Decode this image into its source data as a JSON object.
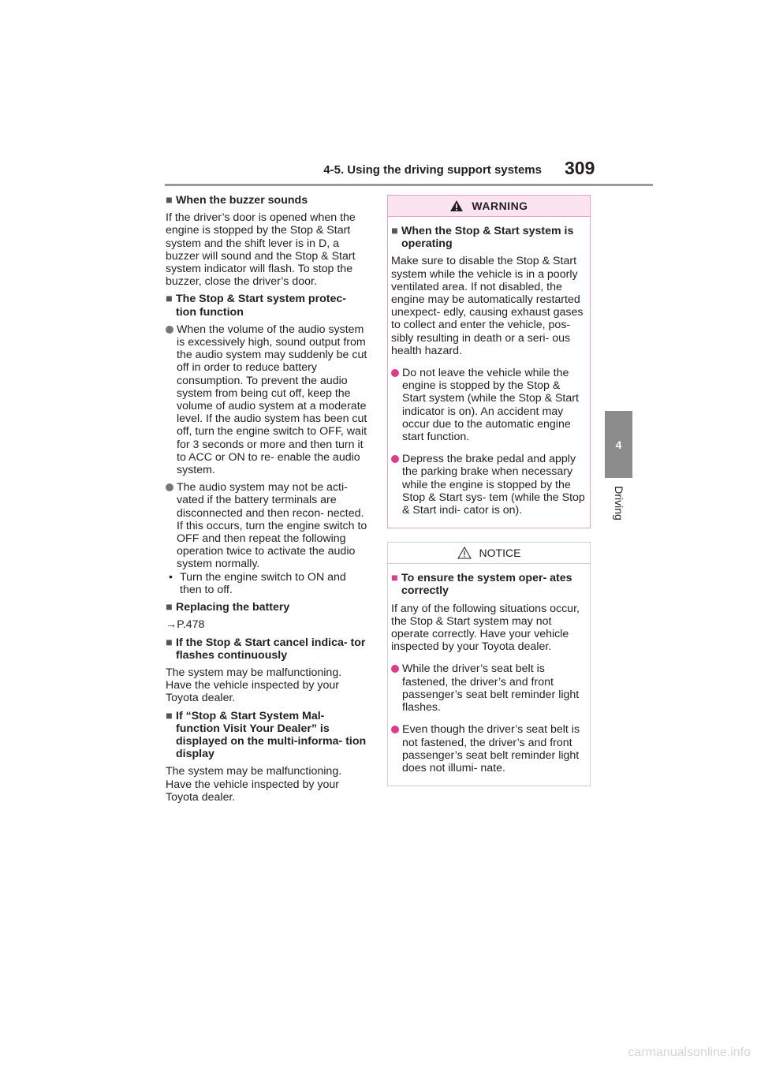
{
  "header": {
    "section_title": "4-5. Using the driving support systems",
    "page_number": "309"
  },
  "chapter": {
    "number": "4",
    "label": "Driving"
  },
  "left_column": {
    "buzzer": {
      "marker": "■",
      "heading": "When the buzzer sounds",
      "body": "If the driver’s door is opened when the engine is stopped by the Stop & Start system and the shift lever is in D, a buzzer will sound and the Stop & Start system indicator will flash. To stop the buzzer, close the driver’s door."
    },
    "protection": {
      "marker": "■",
      "heading": "The Stop & Start system protec- tion function",
      "bullets": [
        "When the volume of the audio system is excessively high, sound output from the audio system may suddenly be cut off in order to reduce battery consumption. To prevent the audio system from being cut off, keep the volume of audio system at a moderate level. If the audio system has been cut off, turn the engine switch to OFF, wait for 3 seconds or more and then turn it to ACC or ON to re- enable the audio system.",
        "The audio system may not be acti- vated if the battery terminals are disconnected and then recon- nected. If this occurs, turn the engine switch to OFF and then repeat the following operation twice to activate the audio system normally."
      ],
      "subitem_marker": "•",
      "subitem": "Turn the engine switch to ON and then to off."
    },
    "battery": {
      "marker": "■",
      "heading": "Replacing the battery",
      "ref": "→P.478"
    },
    "cancel": {
      "marker": "■",
      "heading": "If the Stop & Start cancel indica- tor flashes continuously",
      "body": "The system may be malfunctioning. Have the vehicle inspected by your Toyota dealer."
    },
    "malfunction": {
      "marker": "■",
      "heading": "If “Stop & Start System Mal- function Visit Your Dealer” is displayed on the multi-informa- tion display",
      "body": "The system may be malfunctioning. Have the vehicle inspected by your Toyota dealer."
    }
  },
  "warning": {
    "title": "WARNING",
    "marker": "■",
    "heading": "When the Stop & Start system is operating",
    "body": "Make sure to disable the Stop & Start system while the vehicle is in a poorly ventilated area. If not disabled, the engine may be automatically restarted unexpect- edly, causing exhaust gases to collect and enter the vehicle, pos- sibly resulting in death or a seri- ous health hazard.",
    "bullets": [
      "Do not leave the vehicle while the engine is stopped by the Stop & Start system (while the Stop & Start indicator is on). An accident may occur due to the automatic engine start function.",
      "Depress the brake pedal and apply the parking brake when necessary while the engine is stopped by the Stop & Start sys- tem (while the Stop & Start indi- cator is on)."
    ],
    "accent_color": "#e03a8c",
    "header_bg": "#fbe3ef"
  },
  "notice": {
    "title": "NOTICE",
    "marker": "■",
    "heading": "To ensure the system oper- ates correctly",
    "body": "If any of the following situations occur, the Stop & Start system may not operate correctly. Have your vehicle inspected by your Toyota dealer.",
    "bullets": [
      "While the driver’s seat belt is fastened, the driver’s and front passenger’s seat belt reminder light flashes.",
      "Even though the driver’s seat belt is not fastened, the driver’s and front passenger’s seat belt reminder light does not illumi- nate."
    ]
  },
  "watermark": "carmanualsonline.info"
}
